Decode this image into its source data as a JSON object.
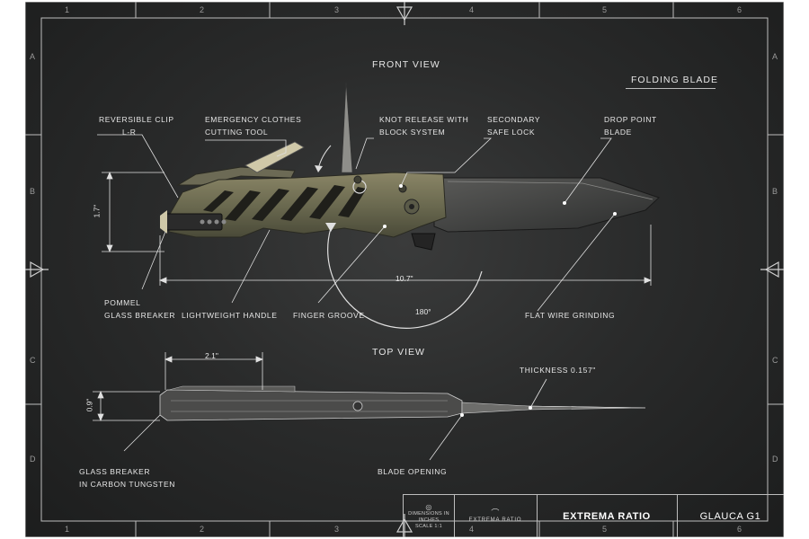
{
  "grid": {
    "columns": [
      "1",
      "2",
      "3",
      "4",
      "5",
      "6"
    ],
    "rows": [
      "A",
      "B",
      "C",
      "D"
    ]
  },
  "views": {
    "front": "FRONT VIEW",
    "top": "TOP VIEW"
  },
  "type_label": "FOLDING BLADE",
  "callouts": {
    "reversible_clip": [
      "REVERSIBLE CLIP",
      "L-R"
    ],
    "emergency_tool": [
      "EMERGENCY CLOTHES",
      "CUTTING TOOL"
    ],
    "knot_release": [
      "KNOT RELEASE WITH",
      "BLOCK SYSTEM"
    ],
    "safe_lock": [
      "SECONDARY",
      "SAFE LOCK"
    ],
    "drop_point": [
      "DROP POINT",
      "BLADE"
    ],
    "pommel": [
      "POMMEL",
      "GLASS BREAKER"
    ],
    "handle": "LIGHTWEIGHT HANDLE",
    "finger_groove": "FINGER GROOVE",
    "flat_grinding": "FLAT WIRE GRINDING",
    "thickness": "THICKNESS 0.157\"",
    "glass_breaker": [
      "GLASS BREAKER",
      "IN CARBON TUNGSTEN"
    ],
    "blade_opening": "BLADE OPENING"
  },
  "dimensions": {
    "height": "1.7\"",
    "length": "10.7\"",
    "angle": "180°",
    "clip_length": "2.1\"",
    "width": "0.9\""
  },
  "title_block": {
    "note": [
      "DIMENSIONS IN",
      "INCHES",
      "SCALE 1:1"
    ],
    "logo_text": "EXTREMA RATIO",
    "brand": "EXTREMA RATIO",
    "model": "GLAUCA G1"
  }
}
